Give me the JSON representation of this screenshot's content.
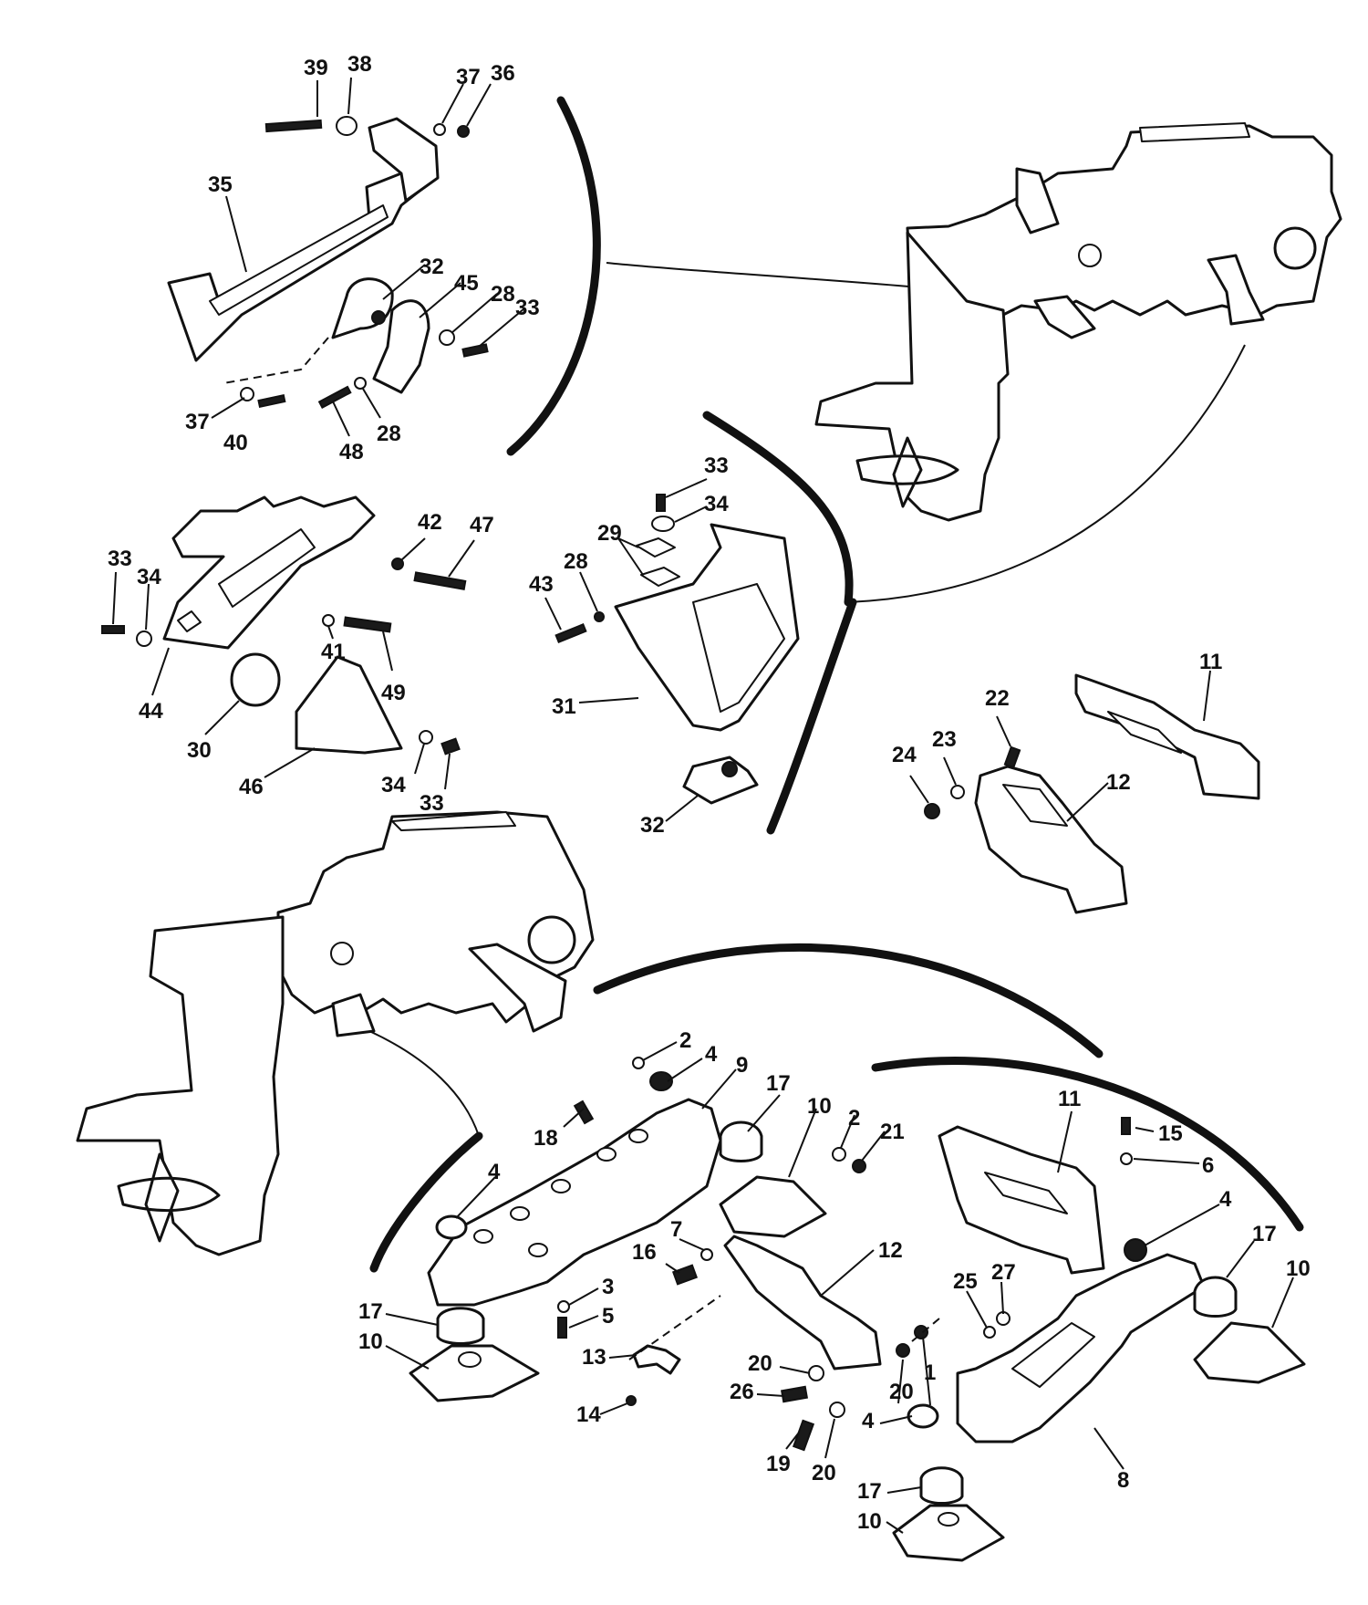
{
  "callouts": {
    "c1": "1",
    "c2": "2",
    "c3": "3",
    "c4": "4",
    "c5": "5",
    "c6": "6",
    "c7": "7",
    "c8": "8",
    "c9": "9",
    "c10": "10",
    "c11": "11",
    "c12": "12",
    "c13": "13",
    "c14": "14",
    "c15": "15",
    "c16": "16",
    "c17": "17",
    "c18": "18",
    "c19": "19",
    "c20": "20",
    "c21": "21",
    "c22": "22",
    "c23": "23",
    "c24": "24",
    "c25": "25",
    "c26": "26",
    "c27": "27",
    "c28": "28",
    "c29": "29",
    "c30": "30",
    "c31": "31",
    "c32": "32",
    "c33": "33",
    "c34": "34",
    "c35": "35",
    "c36": "36",
    "c37": "37",
    "c38": "38",
    "c39": "39",
    "c40": "40",
    "c41": "41",
    "c42": "42",
    "c43": "43",
    "c44": "44",
    "c45": "45",
    "c46": "46",
    "c47": "47",
    "c48": "48",
    "c49": "49"
  }
}
